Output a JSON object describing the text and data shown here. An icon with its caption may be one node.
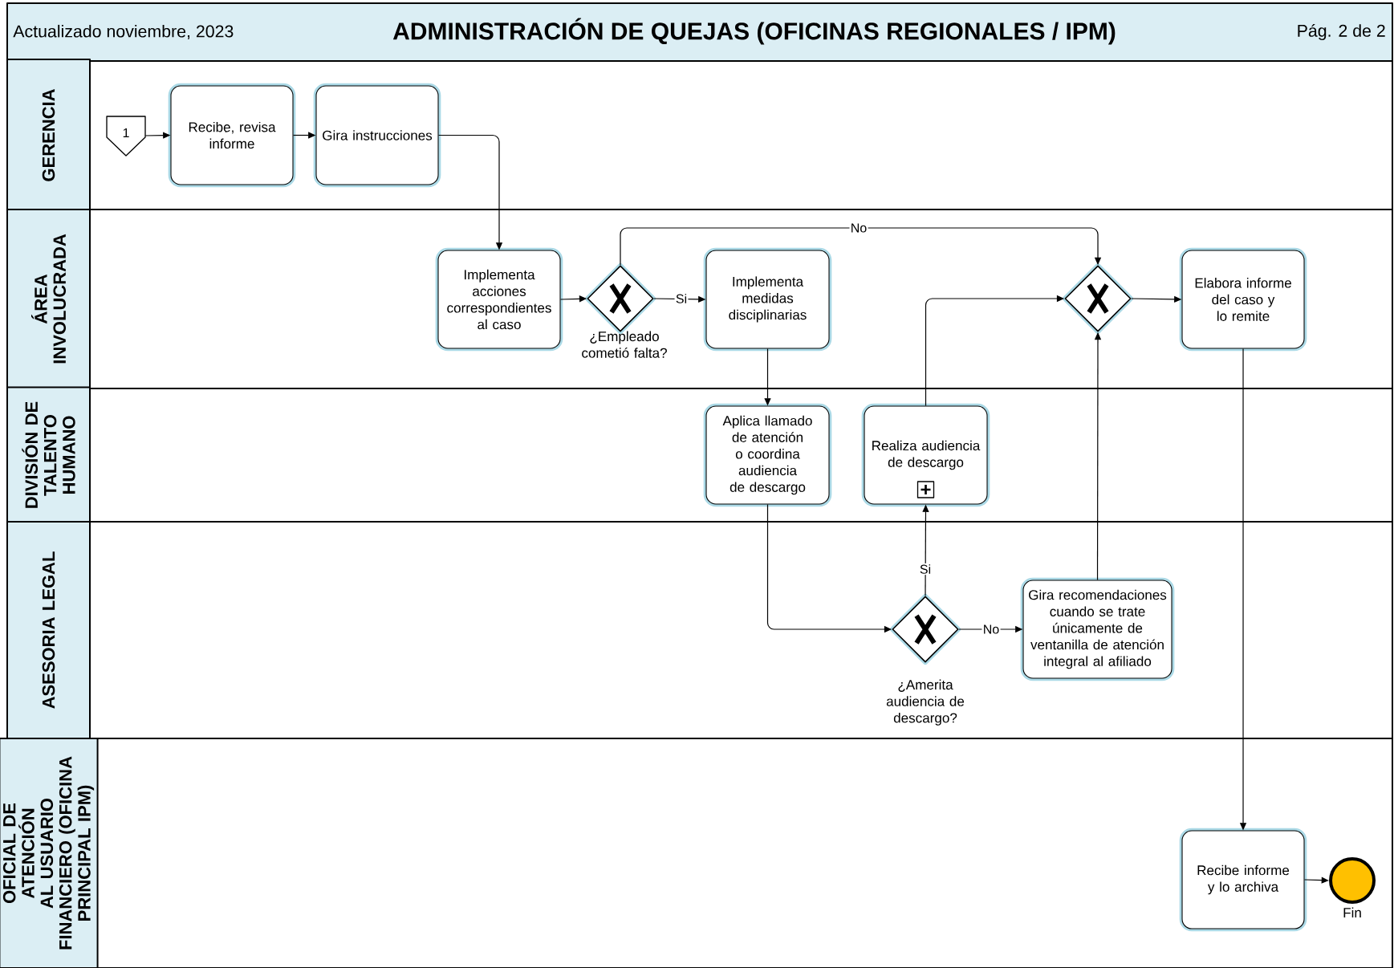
{
  "diagram": {
    "title": "ADMINISTRACIÓN DE QUEJAS (OFICINAS REGIONALES / IPM)",
    "nodes": [
      {
        "text": [
          "GERENCIA"
        ]
      },
      {
        "text": [
          "1"
        ],
        "in": 0
      },
      {
        "text": [
          "Recibe, revisa informe"
        ],
        "in": 0
      },
      {
        "text": [
          "Gira instrucciones"
        ],
        "in": 0
      },
      {
        "text": [
          "ÁREA INVOLUCRADA"
        ]
      },
      {
        "text": [
          "Implementa acciones correspondientes al caso"
        ],
        "in": 4
      },
      {
        "text": [],
        "shape": "diamond",
        "beside": [
          "¿Empleado cometió falta?"
        ],
        "in": 4
      },
      {
        "text": [
          "Implementa medidas disciplinarias"
        ],
        "in": 4
      },
      {
        "text": [],
        "shape": "diamond",
        "in": 4
      },
      {
        "text": [
          "Elabora informe del caso y lo remite"
        ],
        "in": 4
      },
      {
        "text": [
          "DIVISIÓN DE TALENTO HUMANO"
        ]
      },
      {
        "text": [
          "Aplica llamado de atención o coordina audiencia de descargo"
        ],
        "in": 10
      },
      {
        "text": [
          "Realiza audiencia de descargo"
        ],
        "in": 10
      },
      {
        "text": [
          "ASESORIA LEGAL"
        ]
      },
      {
        "text": [],
        "shape": "diamond",
        "beside": [
          "¿Amerita audiencia de descargo?"
        ],
        "in": 13
      },
      {
        "text": [
          "Gira recomendaciones cuando se trate únicamente de ventanilla de atención integral al afiliado"
        ],
        "in": 13
      },
      {
        "text": [
          "OFICIAL DE ATENCIÓN AL USUARIO FINANCIERO (OFICINA PRINCIPAL IPM)"
        ]
      },
      {
        "text": [
          "Recibe informe y lo archiva"
        ],
        "in": 16
      },
      {
        "text": [],
        "shape": "circle",
        "beside": [
          "Fin"
        ],
        "in": 16
      }
    ],
    "edges": [
      {
        "from": 1,
        "to": 2,
        "arrow": "to"
      },
      {
        "from": 2,
        "to": 3,
        "arrow": "to"
      },
      {
        "from": 3,
        "to": 5,
        "arrow": "to"
      },
      {
        "from": 5,
        "to": 6,
        "arrow": "to"
      },
      {
        "from": 6,
        "to": 7,
        "arrow": "to",
        "label": "Si"
      },
      {
        "from": 6,
        "to": 8,
        "arrow": "to",
        "label": "No"
      },
      {
        "from": 7,
        "to": 11,
        "arrow": "to"
      },
      {
        "from": 11,
        "to": 14,
        "arrow": "to"
      },
      {
        "from": 14,
        "to": 12,
        "arrow": "to",
        "label": "Si"
      },
      {
        "from": 14,
        "to": 15,
        "arrow": "to",
        "label": "No"
      },
      {
        "from": 12,
        "to": 8,
        "arrow": "to"
      },
      {
        "from": 15,
        "to": 8,
        "arrow": "to"
      },
      {
        "from": 8,
        "to": 9,
        "arrow": "to"
      },
      {
        "from": 9,
        "to": 17,
        "arrow": "to"
      },
      {
        "from": 17,
        "to": 18,
        "arrow": "to"
      }
    ],
    "labels": [
      "Actualizado noviembre, 2023",
      "Pág. 2 de 2"
    ]
  }
}
